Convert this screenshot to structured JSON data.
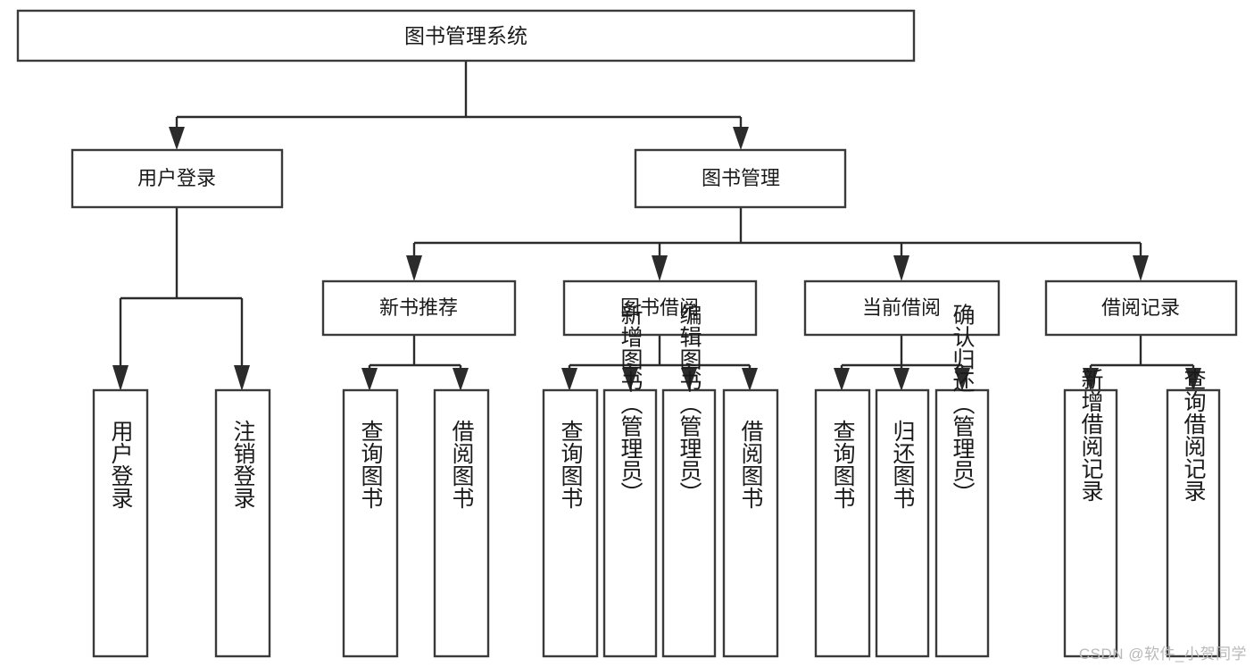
{
  "diagram": {
    "type": "tree-hierarchy-flowchart",
    "title": "图书管理系统",
    "watermark": "CSDN @软件_小贺同学",
    "colors": {
      "background": "#ffffff",
      "box_stroke": "#3a3a3a",
      "link_stroke": "#2b2b2b",
      "text": "#1a1a1a",
      "watermark": "#b9b9b9"
    },
    "root": {
      "label": "图书管理系统",
      "orientation": "horizontal"
    },
    "level2": [
      {
        "id": "user-login",
        "label": "用户登录",
        "orientation": "horizontal"
      },
      {
        "id": "book-manage",
        "label": "图书管理",
        "orientation": "horizontal"
      }
    ],
    "level3": [
      {
        "id": "new-book-recommend",
        "label": "新书推荐",
        "parent": "book-manage",
        "orientation": "horizontal"
      },
      {
        "id": "book-borrow",
        "label": "图书借阅",
        "parent": "book-manage",
        "orientation": "horizontal"
      },
      {
        "id": "current-borrow",
        "label": "当前借阅",
        "parent": "book-manage",
        "orientation": "horizontal"
      },
      {
        "id": "borrow-record",
        "label": "借阅记录",
        "parent": "book-manage",
        "orientation": "horizontal"
      }
    ],
    "leaves": [
      {
        "id": "leaf-user-login",
        "label": "用户登录",
        "parent": "user-login",
        "orientation": "vertical"
      },
      {
        "id": "leaf-user-logout",
        "label": "注销登录",
        "parent": "user-login",
        "orientation": "vertical"
      },
      {
        "id": "leaf-query-book-1",
        "label": "查询图书",
        "parent": "new-book-recommend",
        "orientation": "vertical"
      },
      {
        "id": "leaf-borrow-book-1",
        "label": "借阅图书",
        "parent": "new-book-recommend",
        "orientation": "vertical"
      },
      {
        "id": "leaf-query-book-2",
        "label": "查询图书",
        "parent": "book-borrow",
        "orientation": "vertical"
      },
      {
        "id": "leaf-add-book",
        "label": "新增图书（管理员）",
        "parent": "book-borrow",
        "orientation": "vertical"
      },
      {
        "id": "leaf-edit-book",
        "label": "编辑图书（管理员）",
        "parent": "book-borrow",
        "orientation": "vertical"
      },
      {
        "id": "leaf-borrow-book-2",
        "label": "借阅图书",
        "parent": "book-borrow",
        "orientation": "vertical"
      },
      {
        "id": "leaf-query-book-3",
        "label": "查询图书",
        "parent": "current-borrow",
        "orientation": "vertical"
      },
      {
        "id": "leaf-return-book",
        "label": "归还图书",
        "parent": "current-borrow",
        "orientation": "vertical"
      },
      {
        "id": "leaf-confirm-return",
        "label": "确认归还（管理员）",
        "parent": "current-borrow",
        "orientation": "vertical"
      },
      {
        "id": "leaf-add-record",
        "label": "新增借阅记录",
        "parent": "borrow-record",
        "orientation": "vertical"
      },
      {
        "id": "leaf-query-record",
        "label": "查询借阅记录",
        "parent": "borrow-record",
        "orientation": "vertical"
      }
    ]
  }
}
